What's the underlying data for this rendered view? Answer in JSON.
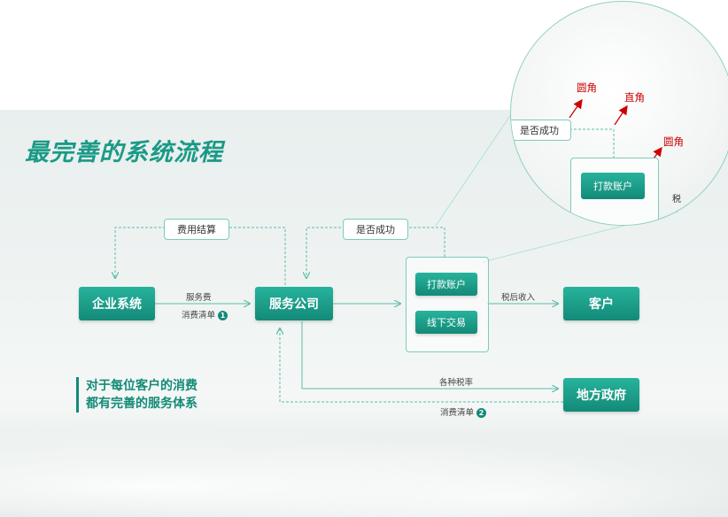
{
  "title": "最完善的系统流程",
  "tags": {
    "fee_settlement": "费用结算",
    "success_check": "是否成功"
  },
  "nodes": {
    "enterprise": "企业系统",
    "service_company": "服务公司",
    "payment": "打款账户",
    "offline": "线下交易",
    "customer": "客户",
    "government": "地方政府"
  },
  "edge_labels": {
    "service_fee": "服务费",
    "consumption_list": "消费清单",
    "num1": "1",
    "after_tax": "税后收入",
    "tax_rates": "各种税率",
    "consumption_list2": "消费清单",
    "num2": "2"
  },
  "slogan": {
    "line1": "对于每位客户的消费",
    "line2": "都有完善的服务体系"
  },
  "zoom": {
    "rounded1": "圆角",
    "right_angle": "直角",
    "rounded2": "圆角",
    "success_check": "是否成功",
    "payment": "打款账户",
    "cut_text": "税"
  },
  "colors": {
    "accent": "#138a78",
    "accent_light": "#27b39c",
    "line": "#5cbcaa",
    "annotation": "#cc0000"
  }
}
